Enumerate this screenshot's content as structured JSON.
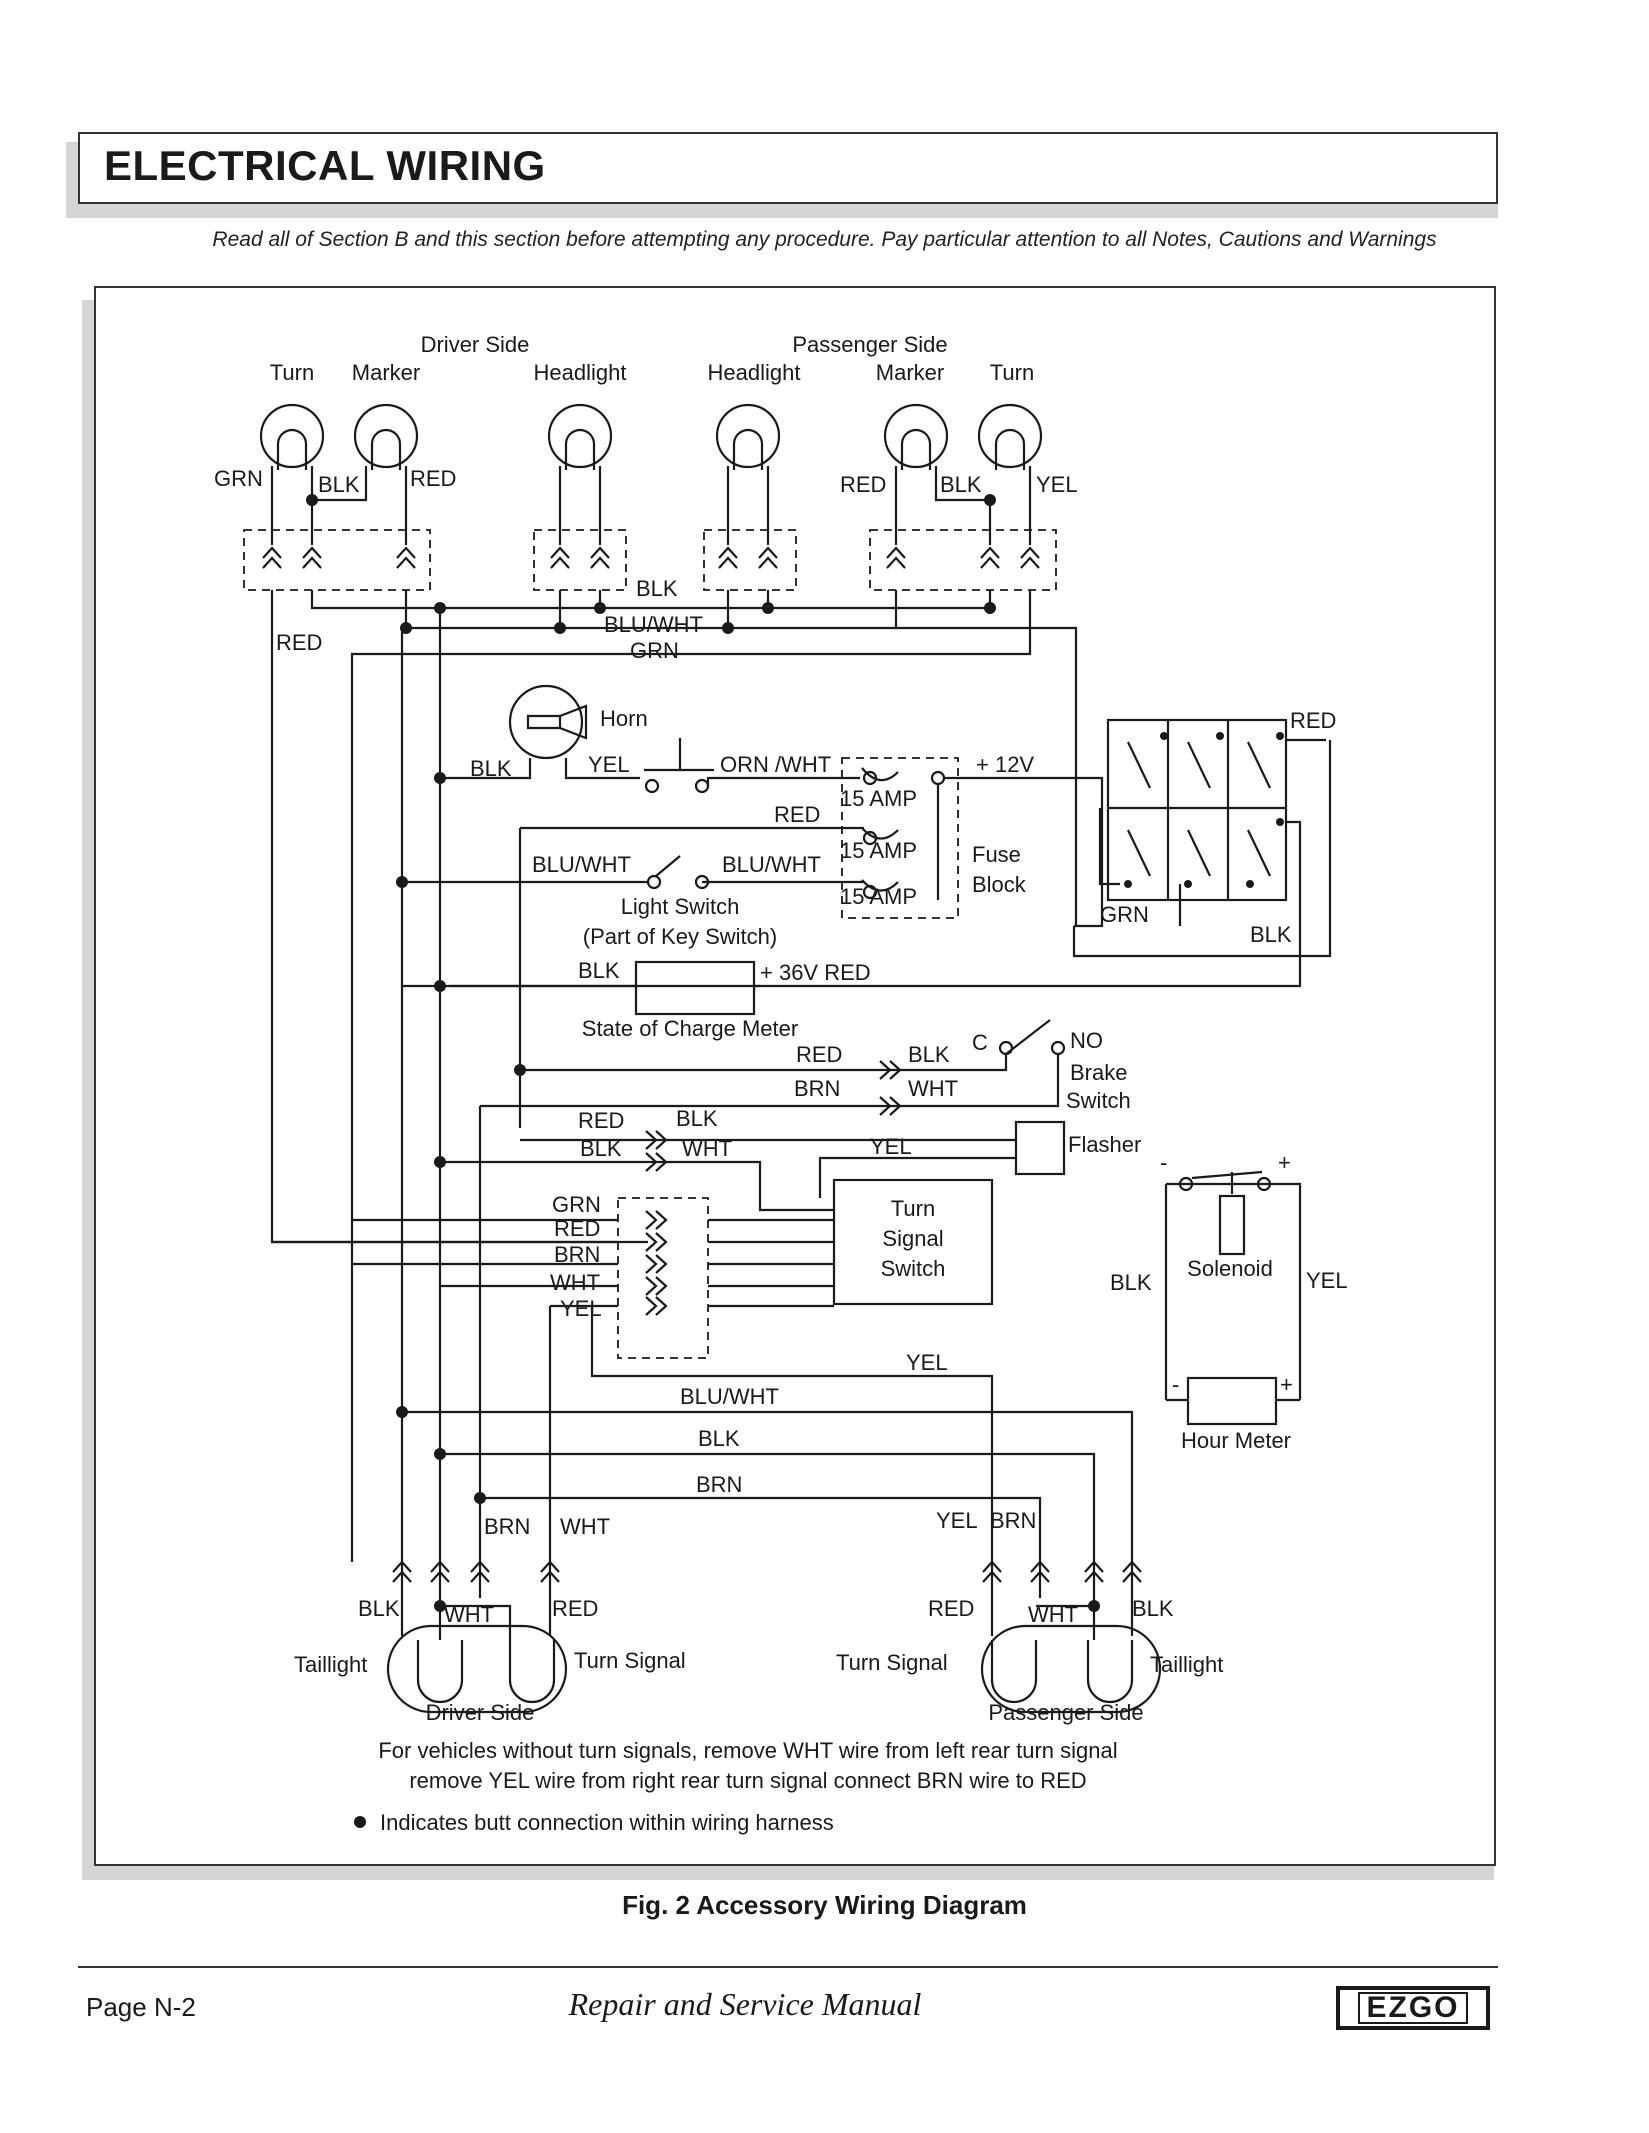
{
  "header": {
    "title": "ELECTRICAL WIRING",
    "note": "Read all of Section B and this section before attempting any procedure. Pay particular attention to all Notes, Cautions and Warnings"
  },
  "diagram": {
    "front": {
      "driver_side": "Driver Side",
      "passenger_side": "Passenger Side",
      "turn_l": "Turn",
      "marker_l": "Marker",
      "headlight_l": "Headlight",
      "headlight_r": "Headlight",
      "marker_r": "Marker",
      "turn_r": "Turn"
    },
    "wires": {
      "grn": "GRN",
      "blk": "BLK",
      "red": "RED",
      "yel": "YEL",
      "blu_wht": "BLU/WHT",
      "orn_wht": "ORN /WHT",
      "brn": "BRN",
      "wht": "WHT"
    },
    "components": {
      "horn": "Horn",
      "plus12v": "+ 12V",
      "amp15": "15 AMP",
      "fuse_block_1": "Fuse",
      "fuse_block_2": "Block",
      "light_switch": "Light Switch",
      "key_switch": "(Part of Key Switch)",
      "plus36v": "+ 36V RED",
      "soc_meter": "State of Charge Meter",
      "c": "C",
      "no": "NO",
      "brake_1": "Brake",
      "brake_2": "Switch",
      "flasher": "Flasher",
      "turn_signal_1": "Turn",
      "turn_signal_2": "Signal",
      "turn_signal_3": "Switch",
      "solenoid": "Solenoid",
      "hour_meter": "Hour Meter",
      "plus": "+",
      "minus": "-"
    },
    "rear": {
      "taillight_l": "Taillight",
      "turn_signal_l": "Turn Signal",
      "driver_side": "Driver Side",
      "turn_signal_r": "Turn Signal",
      "taillight_r": "Taillight",
      "passenger_side": "Passenger Side"
    },
    "notes": {
      "line1": "For vehicles without turn signals, remove WHT wire from left rear turn signal",
      "line2": "remove YEL wire from right rear turn signal connect BRN wire to RED",
      "line3": "Indicates butt connection within wiring harness"
    }
  },
  "caption": "Fig. 2  Accessory Wiring Diagram",
  "footer": {
    "page": "Page N-2",
    "manual": "Repair and Service Manual",
    "logo": "EZGO"
  }
}
